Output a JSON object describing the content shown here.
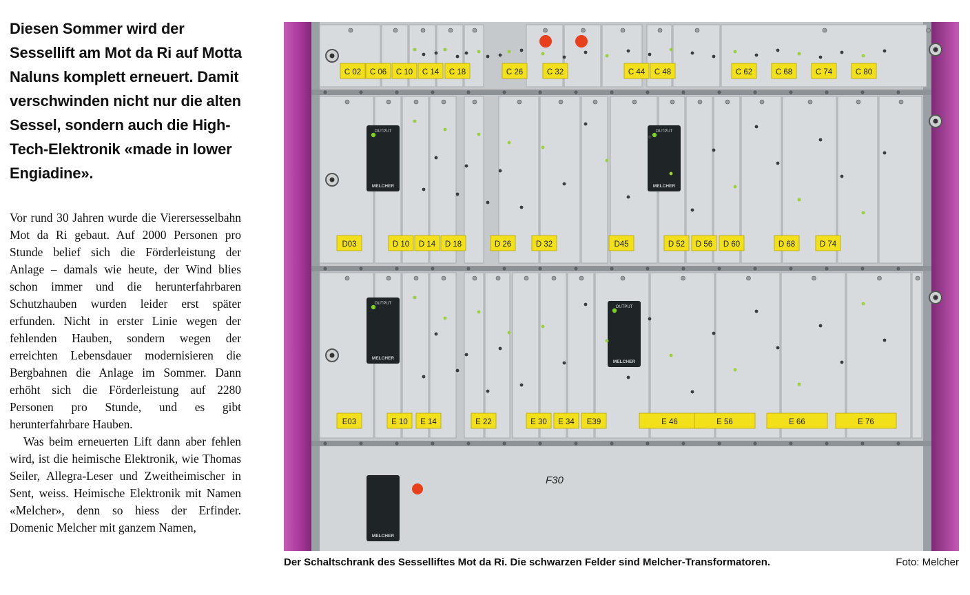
{
  "article": {
    "lead": "Diesen Sommer wird der Sessellift am Mot da Ri auf Motta Naluns komplett erneuert. Damit verschwinden nicht nur die alten Sessel, sondern auch die High-Tech-Elektronik «made in lower Engiadine».",
    "paragraphs": [
      "Vor rund 30 Jahren wurde die Vierersesselbahn Mot da Ri gebaut. Auf 2000 Personen pro Stunde belief sich die Förderleistung der Anlage – damals wie heute, der Wind blies schon immer und die herunterfahrbaren Schutzhauben wurden leider erst später erfunden. Nicht in erster Linie wegen der fehlenden Hauben, sondern wegen der erreichten Lebensdauer modernisieren die Bergbahnen die Anlage im Sommer. Dann erhöht sich die Förderleistung auf 2280 Personen pro Stunde, und es gibt herunterfahrbare Hauben.",
      "Was beim erneuerten Lift dann aber fehlen wird, ist die heimische Elektronik, wie Thomas Seiler, Allegra-Leser und Zweitheimischer in Sent, weiss. Heimische Elektronik mit Namen «Melcher», denn so hiess der Erfinder. Domenic Melcher mit ganzem Namen,"
    ]
  },
  "photo": {
    "caption": "Der Schaltschrank des Sesselliftes Mot da Ri. Die schwarzen Felder sind Melcher-Transformatoren.",
    "credit": "Foto: Melcher",
    "row1_labels": [
      "C 02",
      "C 06",
      "C 10",
      "C 14",
      "C 18",
      "C 26",
      "C 32",
      "C 44",
      "C 48",
      "C 62",
      "C 68",
      "C 74",
      "C 80"
    ],
    "row2_labels": [
      "D03",
      "D 10",
      "D 14",
      "D 18",
      "D 26",
      "D 32",
      "D45",
      "D 52",
      "D 56",
      "D 60",
      "D 68",
      "D 74"
    ],
    "row3_labels": [
      "E03",
      "E 10",
      "E 14",
      "E 22",
      "E 30",
      "E 34",
      "E39",
      "E 46",
      "E 56",
      "E 66",
      "E 76"
    ],
    "module_brand": "MELCHER",
    "module_output": "OUTPUT",
    "handwritten_note": "F30",
    "colors": {
      "frame_magenta": "#b0409e",
      "label_yellow": "#f2e11a",
      "module_black": "#1f2426",
      "panel_grey": "#d7dbdd",
      "led_green": "#7ed321",
      "button_red": "#e8401c"
    }
  }
}
